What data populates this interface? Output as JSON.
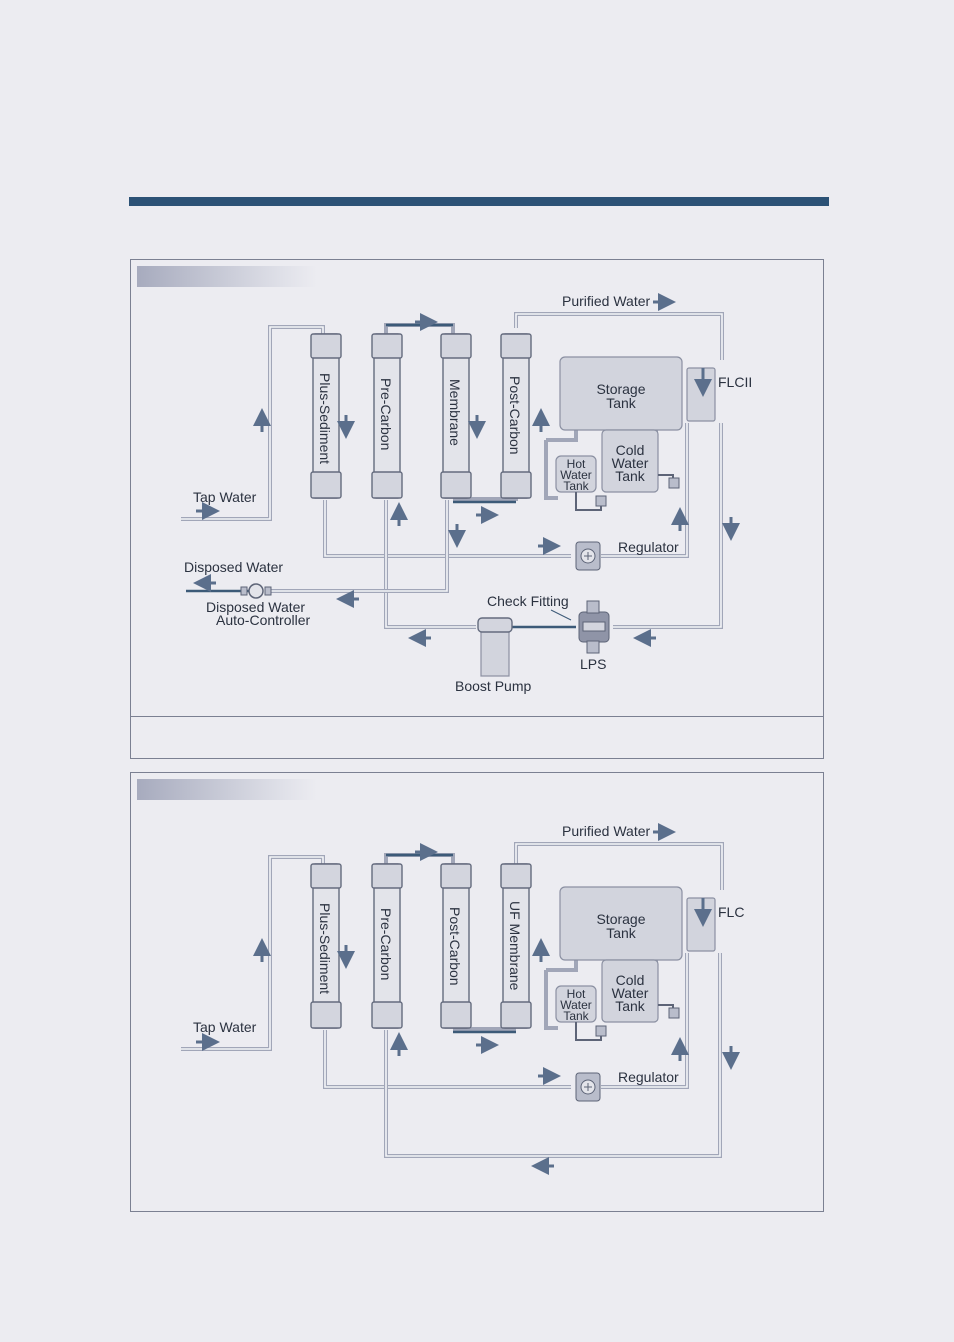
{
  "page": {
    "title": ""
  },
  "panel1": {
    "tag": "",
    "caption": "",
    "labels": {
      "tap_water": "Tap Water",
      "disposed_water": "Disposed Water",
      "disposed_controller_1": "Disposed Water",
      "disposed_controller_2": "Auto-Controller",
      "purified_water": "Purified Water",
      "check_fitting": "Check Fitting",
      "lps": "LPS",
      "boost_pump": "Boost Pump",
      "regulator": "Regulator",
      "flc": "FLCII",
      "storage_tank_1": "Storage",
      "storage_tank_2": "Tank",
      "cold_tank_1": "Cold",
      "cold_tank_2": "Water",
      "cold_tank_3": "Tank",
      "hot_tank_1": "Hot",
      "hot_tank_2": "Water",
      "hot_tank_3": "Tank"
    },
    "cartridges": [
      "Plus-Sediment",
      "Pre-Carbon",
      "Membrane",
      "Post-Carbon"
    ]
  },
  "panel2": {
    "tag": "",
    "labels": {
      "tap_water": "Tap Water",
      "purified_water": "Purified Water",
      "regulator": "Regulator",
      "flc": "FLC",
      "storage_tank_1": "Storage",
      "storage_tank_2": "Tank",
      "cold_tank_1": "Cold",
      "cold_tank_2": "Water",
      "cold_tank_3": "Tank",
      "hot_tank_1": "Hot",
      "hot_tank_2": "Water",
      "hot_tank_3": "Tank"
    },
    "cartridges": [
      "Plus-Sediment",
      "Pre-Carbon",
      "Post-Carbon",
      "UF Membrane"
    ]
  },
  "colors": {
    "accent": "#2c5276",
    "arrow": "#5b6f8c",
    "pipe": "#a1a6b8",
    "border": "#7b8092"
  },
  "icons": [
    "arrow-up-icon",
    "arrow-down-icon",
    "arrow-left-icon",
    "arrow-right-icon",
    "cartridge-icon",
    "tank-icon",
    "faucet-icon",
    "pump-icon",
    "valve-icon"
  ]
}
